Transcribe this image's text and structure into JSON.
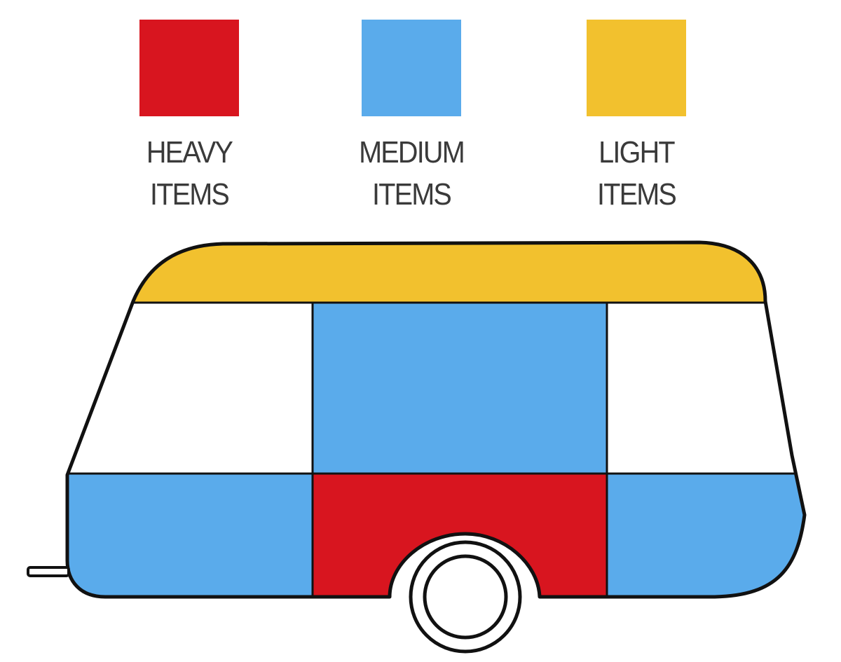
{
  "legend": {
    "heavy": {
      "line1": "HEAVY",
      "line2": "ITEMS",
      "color": "#d8151f"
    },
    "medium": {
      "line1": "MEDIUM",
      "line2": "ITEMS",
      "color": "#5aabeb"
    },
    "light": {
      "line1": "LIGHT",
      "line2": "ITEMS",
      "color": "#f2c12e"
    }
  },
  "caravan": {
    "outline_color": "#111111",
    "body_color": "#ffffff",
    "zones": {
      "roof": "light",
      "upper_left": "empty",
      "upper_center": "medium",
      "upper_right": "empty",
      "lower_left": "medium",
      "lower_center": "heavy",
      "lower_right": "medium"
    }
  }
}
